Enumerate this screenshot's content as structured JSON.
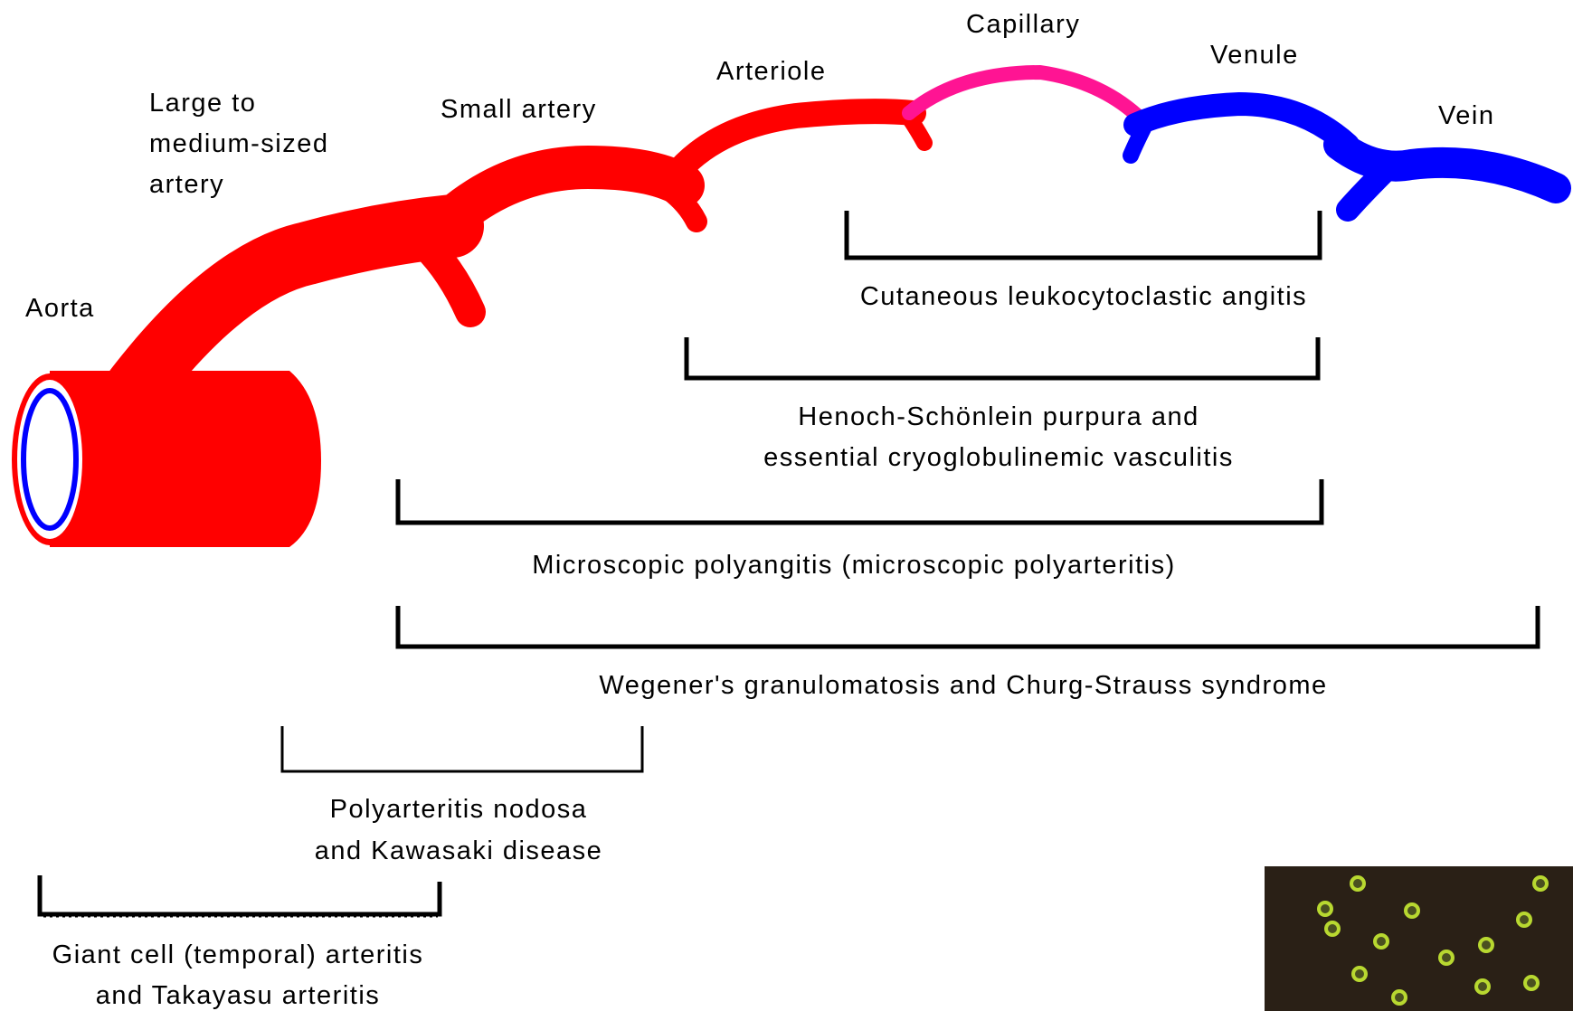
{
  "colors": {
    "artery": "#ff0000",
    "capillary": "#ff1493",
    "vein": "#0000ff",
    "aorta_lumen_ring": "#0000ff",
    "micrograph_bg": "#2a2016",
    "micrograph_cells": "#b8d830"
  },
  "vessels": {
    "aorta": "Aorta",
    "large_medium_line1": "Large to",
    "large_medium_line2": "medium-sized",
    "large_medium_line3": "artery",
    "small_artery": "Small artery",
    "arteriole": "Arteriole",
    "capillary": "Capillary",
    "venule": "Venule",
    "vein": "Vein"
  },
  "diseases": {
    "cutaneous": "Cutaneous leukocytoclastic angitis",
    "henoch_line1": "Henoch-Schönlein purpura and",
    "henoch_line2": "essential cryoglobulinemic vasculitis",
    "microscopic": "Microscopic polyangitis (microscopic polyarteritis)",
    "wegener": "Wegener's granulomatosis and Churg-Strauss syndrome",
    "polyarteritis_line1": "Polyarteritis nodosa",
    "polyarteritis_line2": "and Kawasaki disease",
    "giant_cell_line1": "Giant cell (temporal) arteritis",
    "giant_cell_line2": "and Takayasu arteritis"
  }
}
